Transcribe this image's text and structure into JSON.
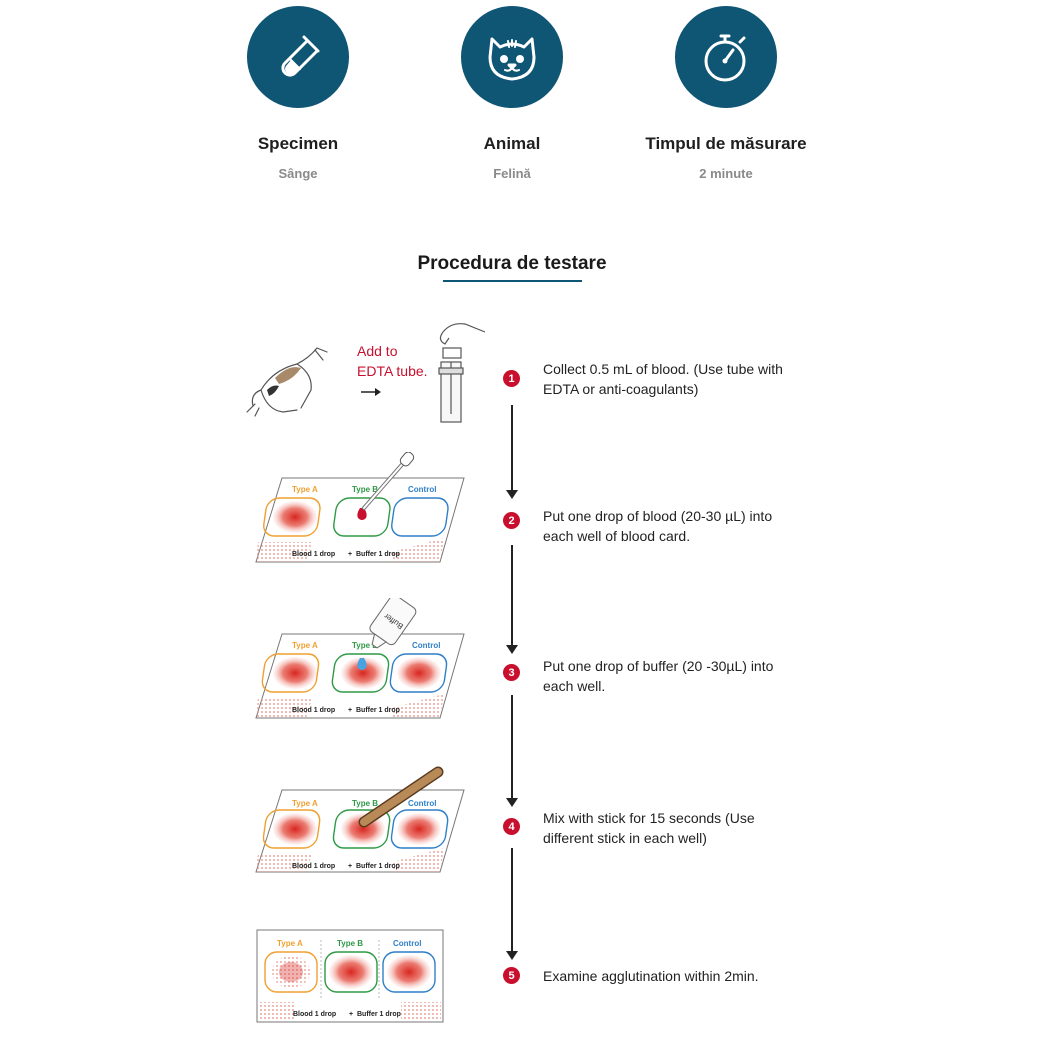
{
  "info": [
    {
      "title": "Specimen",
      "value": "Sânge",
      "icon": "test-tube-icon"
    },
    {
      "title": "Animal",
      "value": "Felină",
      "icon": "cat-face-icon"
    },
    {
      "title": "Timpul de măsurare",
      "value": "2 minute",
      "icon": "stopwatch-icon"
    }
  ],
  "section": {
    "title": "Procedura de testare"
  },
  "illustration": {
    "edta_label_line1": "Add to",
    "edta_label_line2": "EDTA tube.",
    "card": {
      "well_a": "Type A",
      "well_b": "Type B",
      "well_c": "Control",
      "footer_blood": "Blood 1 drop",
      "footer_plus": "+",
      "footer_buffer": "Buffer 1 drop",
      "bottle_label": "Buffer"
    }
  },
  "steps": [
    {
      "number": "1",
      "text": "Collect 0.5 mL of blood. (Use tube with EDTA or anti-coagulants)"
    },
    {
      "number": "2",
      "text": "Put one drop of blood (20-30 µL) into each well of blood card."
    },
    {
      "number": "3",
      "text": "Put one drop of buffer (20 -30µL) into each well."
    },
    {
      "number": "4",
      "text": "Mix with stick for 15 seconds (Use different stick in each well)"
    },
    {
      "number": "5",
      "text": "Examine agglutination within 2min."
    }
  ],
  "colors": {
    "brand": "#0f5574",
    "badge": "#c8102e",
    "type_a": "#f0a030",
    "type_b": "#2e9a45",
    "control": "#2f7fc8"
  }
}
